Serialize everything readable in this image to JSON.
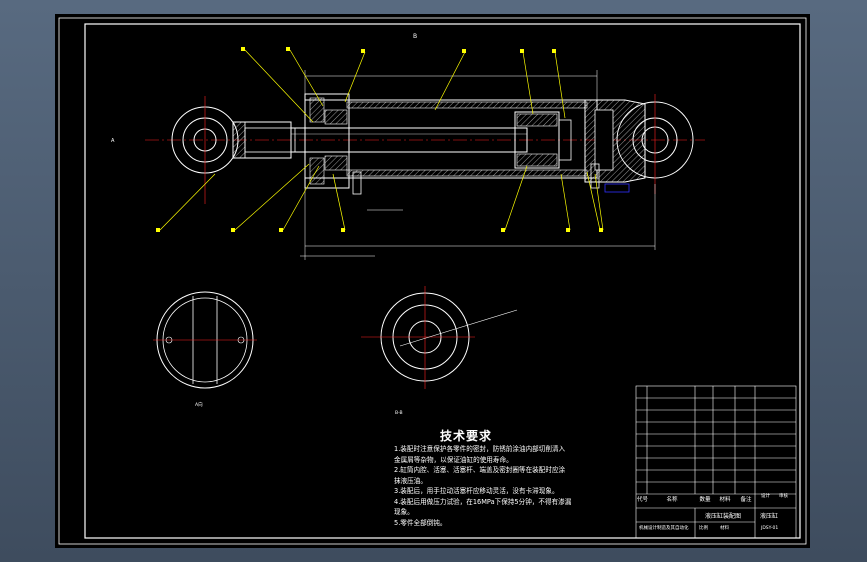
{
  "drawing": {
    "title_cn": "技术要求",
    "requirements": [
      "1.装配时注意保护各零件的密封，防锈前涂油内部切削清入",
      "金属屑等杂物，以保证油缸的使用寿命。",
      "2.缸筒内腔、活塞、活塞杆、端盖及密封圈等在装配时应涂",
      "抹液压油。",
      "3.装配后，用手拉动活塞杆应移动灵活，没有卡滞现象。",
      "4.装配后用做压力试验，在16MPa下保持5分钟，不得有渗漏",
      "现象。",
      "5.零件全部倒钝。"
    ],
    "section_label_a": "A向",
    "section_label_b": "B-B",
    "top_letter": "B",
    "left_letter": "A"
  },
  "title_block": {
    "part_title": "液压缸装配图",
    "part_name": "液压缸",
    "designer_label": "设计",
    "check_label": "审核",
    "drawing_no": "JDSY-01",
    "scale_label": "比例",
    "material_label": "材料",
    "school_label": "机械设计制造及其自动化",
    "columns": [
      "代号",
      "名称",
      "数量",
      "材料",
      "备注"
    ]
  },
  "colors": {
    "frame": "#ffffff",
    "leader": "#ffff00",
    "center": "#ff2020",
    "dimension": "#ffffff",
    "hatch": "#ffffff",
    "viewport": "#000000",
    "accent": "#3030ff"
  }
}
